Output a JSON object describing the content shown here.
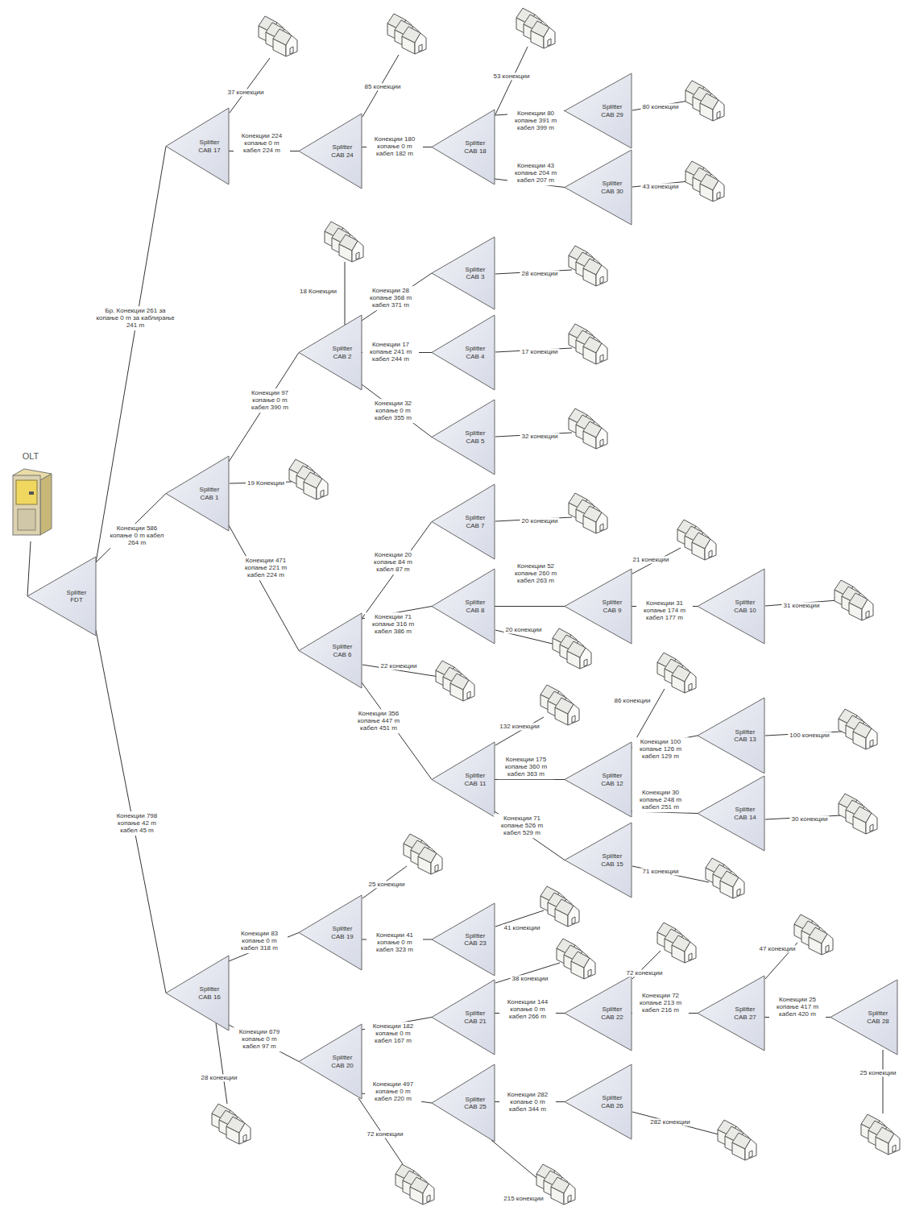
{
  "diagram": {
    "nodes": [
      {
        "text": [
          "OLT"
        ]
      },
      {
        "text": [
          "Splitter FDT"
        ]
      },
      {
        "text": [
          "Splitter CAB 17"
        ]
      },
      {
        "text": [
          "Splitter CAB 24"
        ]
      },
      {
        "text": [
          "Splitter CAB 18"
        ]
      },
      {
        "text": [
          "Splitter CAB 29"
        ]
      },
      {
        "text": [
          "Splitter CAB 30"
        ]
      },
      {
        "text": [
          "Splitter CAB 1"
        ]
      },
      {
        "text": [
          "Splitter CAB 2"
        ]
      },
      {
        "text": [
          "Splitter CAB 3"
        ]
      },
      {
        "text": [
          "Splitter CAB 4"
        ]
      },
      {
        "text": [
          "Splitter CAB 5"
        ]
      },
      {
        "text": [
          "Splitter CAB 6"
        ]
      },
      {
        "text": [
          "Splitter CAB 7"
        ]
      },
      {
        "text": [
          "Splitter CAB 8"
        ]
      },
      {
        "text": [
          "Splitter CAB 9"
        ]
      },
      {
        "text": [
          "Splitter CAB 10"
        ]
      },
      {
        "text": [
          "Splitter CAB 11"
        ]
      },
      {
        "text": [
          "Splitter CAB 12"
        ]
      },
      {
        "text": [
          "Splitter CAB 13"
        ]
      },
      {
        "text": [
          "Splitter CAB 14"
        ]
      },
      {
        "text": [
          "Splitter CAB 15"
        ]
      },
      {
        "text": [
          "Splitter CAB 16"
        ]
      },
      {
        "text": [
          "Splitter CAB 19"
        ]
      },
      {
        "text": [
          "Splitter CAB 23"
        ]
      },
      {
        "text": [
          "Splitter CAB 20"
        ]
      },
      {
        "text": [
          "Splitter CAB 21"
        ]
      },
      {
        "text": [
          "Splitter CAB 22"
        ]
      },
      {
        "text": [
          "Splitter CAB 27"
        ]
      },
      {
        "text": [
          "Splitter CAB 28"
        ]
      },
      {
        "text": [
          "Splitter CAB 25"
        ]
      },
      {
        "text": [
          "Splitter CAB 26"
        ]
      }
    ],
    "edges": [
      {
        "from": 0,
        "to": 1,
        "arrow": "none"
      },
      {
        "from": 1,
        "to": 2,
        "arrow": "none",
        "label": "Бр. Конекции 261 за копање 0 m за каблирање 241 m"
      },
      {
        "from": 1,
        "to": 7,
        "arrow": "none",
        "label": "Конекции 586 копање 0 m кабел 264 m"
      },
      {
        "from": 1,
        "to": 22,
        "arrow": "none",
        "label": "Конекции 798 копање 42 m кабел 45 m"
      },
      {
        "from": 2,
        "to": 3,
        "arrow": "none",
        "label": "Конекции 224 копање 0 m кабел 224 m"
      },
      {
        "from": 3,
        "to": 4,
        "arrow": "none",
        "label": "Конекции 180 копање 0 m кабел 182 m"
      },
      {
        "from": 4,
        "to": 5,
        "arrow": "none",
        "label": "Конекции 80 копање 391 m кабел 399 m"
      },
      {
        "from": 4,
        "to": 6,
        "arrow": "none",
        "label": "Конекции 43 копање 204 m кабел 207 m"
      },
      {
        "from": 7,
        "to": 8,
        "arrow": "none",
        "label": "Конекции 97 копање 0 m кабел 390 m"
      },
      {
        "from": 8,
        "to": 9,
        "arrow": "none",
        "label": "Конекции 28 копање 368 m кабел 371 m"
      },
      {
        "from": 8,
        "to": 10,
        "arrow": "none",
        "label": "Конекции 17 копање 241 m кабел 244 m"
      },
      {
        "from": 8,
        "to": 11,
        "arrow": "none",
        "label": "Конекции 32 копање 0 m кабел 355 m"
      },
      {
        "from": 7,
        "to": 12,
        "arrow": "none",
        "label": "Конекции 471 копање 221 m кабел 224 m"
      },
      {
        "from": 12,
        "to": 13,
        "arrow": "none",
        "label": "Конекции 20 копање 84 m кабел 87 m"
      },
      {
        "from": 12,
        "to": 14,
        "arrow": "none",
        "label": "Конекции 71 копање 316 m кабел 386 m"
      },
      {
        "from": 14,
        "to": 15,
        "arrow": "none",
        "label": "Конекции 52 копање 260 m кабел 263 m"
      },
      {
        "from": 15,
        "to": 16,
        "arrow": "none",
        "label": "Конекции 31 копање 174 m кабел 177 m"
      },
      {
        "from": 12,
        "to": 17,
        "arrow": "none",
        "label": "Конекции 356 копање 447 m кабел 451 m"
      },
      {
        "from": 17,
        "to": 18,
        "arrow": "none",
        "label": "Конекции 175 копање 360 m кабел 363 m"
      },
      {
        "from": 18,
        "to": 19,
        "arrow": "none",
        "label": "Конекции 100 копање 126 m кабел 129 m"
      },
      {
        "from": 18,
        "to": 20,
        "arrow": "none",
        "label": "Конекции 30 копање 248 m кабел 251 m"
      },
      {
        "from": 17,
        "to": 21,
        "arrow": "none",
        "label": "Конекции 71 копање 526 m кабел 529 m"
      },
      {
        "from": 22,
        "to": 23,
        "arrow": "none",
        "label": "Конекции 83 копање 0 m кабел 318 m"
      },
      {
        "from": 23,
        "to": 24,
        "arrow": "none",
        "label": "Конекции 41 копање 0 m кабел 323 m"
      },
      {
        "from": 22,
        "to": 25,
        "arrow": "none",
        "label": "Конекции 679 копање 0 m кабел 97 m"
      },
      {
        "from": 25,
        "to": 26,
        "arrow": "none",
        "label": "Конекции 182 копање 0 m кабел 167 m"
      },
      {
        "from": 26,
        "to": 27,
        "arrow": "none",
        "label": "Конекции 144 копање 0 m кабел 266 m"
      },
      {
        "from": 27,
        "to": 28,
        "arrow": "none",
        "label": "Конекции 72 копање 213 m кабел 216 m"
      },
      {
        "from": 28,
        "to": 29,
        "arrow": "none",
        "label": "Конекции 25 копање 417 m кабел 420 m"
      },
      {
        "from": 25,
        "to": 30,
        "arrow": "none",
        "label": "Конекции 497 копање 0 m кабел 220 m"
      },
      {
        "from": 30,
        "to": 31,
        "arrow": "none",
        "label": "Конекции 282 копање 0 m кабел 344 m"
      }
    ],
    "labels": [
      "37 конекции",
      "85 конекции",
      "53 конекции",
      "80 конекции",
      "43 конекции",
      "18 Конекции",
      "28 конекции",
      "17 конекции",
      "32 конекции",
      "19 Конекции",
      "20 конекции",
      "21 конекции",
      "31 конекции",
      "20 конекции",
      "22 конекции",
      "86 конекции",
      "132 конекции",
      "100 конекции",
      "30 конекции",
      "71 конекции",
      "25 конекции",
      "41 конекции",
      "47 конекции",
      "72 конекции",
      "38 конекции",
      "25 конекции",
      "28 конекции",
      "282 конекции",
      "72 конекции",
      "215 конекции"
    ]
  }
}
